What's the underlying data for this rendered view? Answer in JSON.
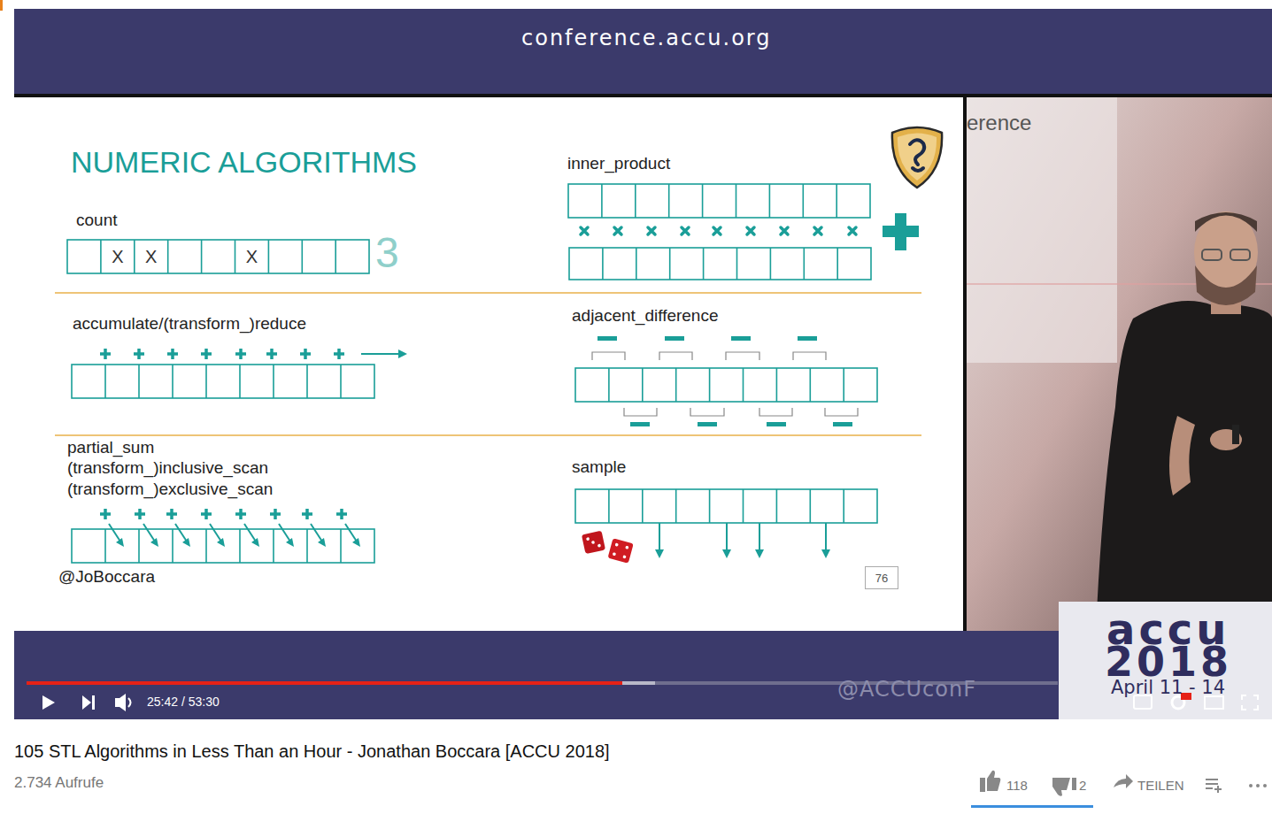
{
  "diagram": {
    "title": "NUMERIC ALGORITHMS",
    "nodes": [
      {
        "text": [
          "X"
        ]
      },
      {
        "text": [
          "X"
        ]
      },
      {
        "text": [
          "X"
        ]
      },
      {
        "text": [
          "76"
        ]
      }
    ],
    "edges": [],
    "labels": [
      "conference.accu.org",
      "count",
      "3",
      "inner_product",
      "accumulate/(transform_)reduce",
      "adjacent_difference",
      "partial_sum",
      "(transform_)inclusive_scan",
      "(transform_)exclusive_scan",
      "sample",
      "@JoBoccara",
      "erence",
      "@ACCUconF",
      "accu",
      "2018",
      "April 11 - 14",
      "25:42 / 53:30",
      "105 STL Algorithms in Less Than an Hour - Jonathan Boccara [ACCU 2018]",
      "2.734 Aufrufe",
      "118",
      "2",
      "TEILEN"
    ]
  }
}
